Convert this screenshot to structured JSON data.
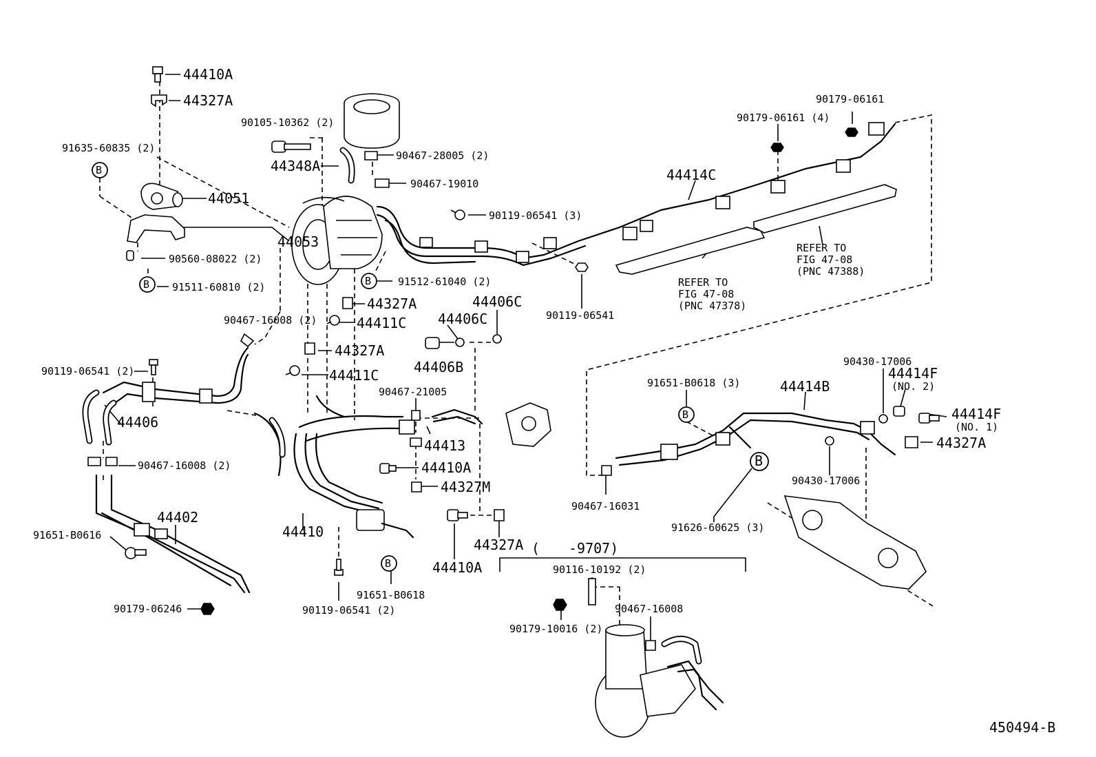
{
  "figure_id": "450494-B",
  "date_range": {
    "open": "(",
    "end": "-9707)"
  },
  "circle_marker": "B",
  "labels": {
    "p44410A_top": "44410A",
    "p44327A_top": "44327A",
    "p91635": "91635-60835 (2)",
    "p44051": "44051",
    "p44053": "44053",
    "p90560": "90560-08022 (2)",
    "p91511": "91511-60810 (2)",
    "p90105": "90105-10362 (2)",
    "p44348A": "44348A",
    "p90467_28005": "90467-28005 (2)",
    "p90467_19010": "90467-19010",
    "p90119_06541_3": "90119-06541 (3)",
    "p91512": "91512-61040 (2)",
    "p44327A_mid1": "44327A",
    "p44411C_1": "44411C",
    "p90467_16008_2a": "90467-16008 (2)",
    "p44327A_mid2": "44327A",
    "p44411C_2": "44411C",
    "p90119_06541_2a": "90119-06541 (2)",
    "p44406": "44406",
    "p90467_16008_2b": "90467-16008 (2)",
    "p44402": "44402",
    "p91651_B0616": "91651-B0616",
    "p90179_06246": "90179-06246",
    "p44406C_1": "44406C",
    "p44406C_2": "44406C",
    "p44406B": "44406B",
    "p90467_21005": "90467-21005",
    "p44413": "44413",
    "p44410A_mid": "44410A",
    "p44327M": "44327M",
    "p44410": "44410",
    "p90119_06541_2b": "90119-06541 (2)",
    "p91651_B0618": "91651-B0618",
    "p44410A_low": "44410A",
    "p44327A_low": "44327A",
    "p90119_06541": "90119-06541",
    "p90179_06161_4": "90179-06161 (4)",
    "p90179_06161": "90179-06161",
    "p44414C": "44414C",
    "refer1_line1": "REFER TO",
    "refer1_line2": "FIG 47-08",
    "refer1_line3": "(PNC 47378)",
    "refer2_line1": "REFER TO",
    "refer2_line2": "FIG 47-08",
    "refer2_line3": "(PNC 47388)",
    "p91651_B0618_3": "91651-B0618 (3)",
    "p44414B": "44414B",
    "p90430_17006_top": "90430-17006",
    "p44414F_no2": "44414F",
    "p44414F_no2_sub": "(NO. 2)",
    "p44414F_no1": "44414F",
    "p44414F_no1_sub": "(NO. 1)",
    "p44327A_right": "44327A",
    "p90430_17006_low": "90430-17006",
    "p90467_16031": "90467-16031",
    "p91626": "91626-60625 (3)",
    "p90116": "90116-10192 (2)",
    "p90467_16008": "90467-16008",
    "p90179_10016": "90179-10016 (2)"
  }
}
